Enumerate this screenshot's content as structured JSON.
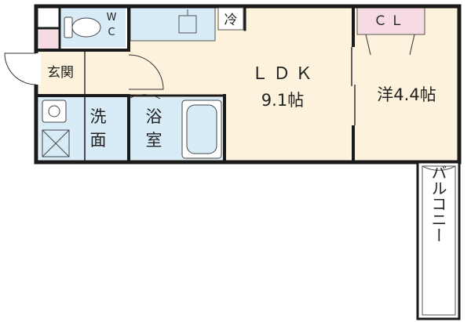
{
  "colors": {
    "wall": "#1a1a1a",
    "ldk_floor": "#fdf2dc",
    "bedroom_floor": "#fdf2dc",
    "wet_floor": "#d8ecf8",
    "closet_fill": "#f6dbe3",
    "balcony_fill": "#ffffff",
    "line": "#333333"
  },
  "rooms": {
    "wc": {
      "label_w": "W",
      "label_c": "C"
    },
    "refrigerator": {
      "label": "冷"
    },
    "ldk": {
      "label": "ＬＤＫ",
      "size": "9.1帖"
    },
    "closet": {
      "label": "ＣＬ"
    },
    "bedroom": {
      "label": "洋4.4帖"
    },
    "entrance": {
      "label": "玄関"
    },
    "washroom": {
      "label_top": "洗",
      "label_bottom": "面"
    },
    "bathroom": {
      "label_top": "浴",
      "label_bottom": "室"
    },
    "balcony": {
      "label": "バルコニー"
    }
  }
}
